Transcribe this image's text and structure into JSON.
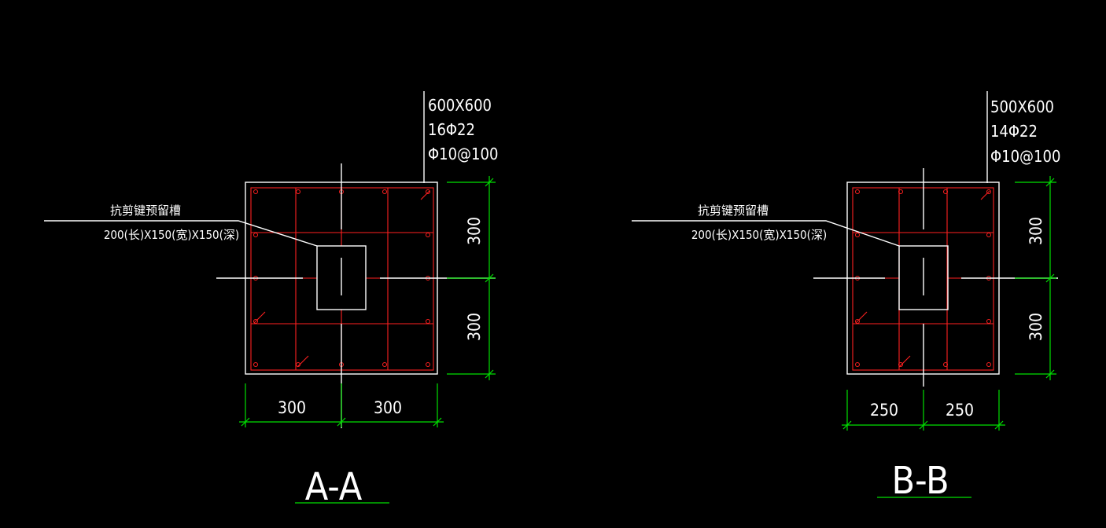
{
  "sections": [
    {
      "id": "A",
      "spec": [
        "600X600",
        "16Φ22",
        "Φ10@100"
      ],
      "key_label": "抗剪键预留槽",
      "key_dims": "200(长)X150(宽)X150(深)",
      "dims_horizontal": [
        "300",
        "300"
      ],
      "dims_vertical": [
        "300",
        "300"
      ],
      "title": "A-A"
    },
    {
      "id": "B",
      "spec": [
        "500X600",
        "14Φ22",
        "Φ10@100"
      ],
      "key_label": "抗剪键预留槽",
      "key_dims": "200(长)X150(宽)X150(深)",
      "dims_horizontal": [
        "250",
        "250"
      ],
      "dims_vertical": [
        "300",
        "300"
      ],
      "title": "B-B"
    }
  ],
  "colors": {
    "background": "#000000",
    "outline": "#ffffff",
    "rebar": "#ff2020",
    "dimension": "#00e000"
  }
}
